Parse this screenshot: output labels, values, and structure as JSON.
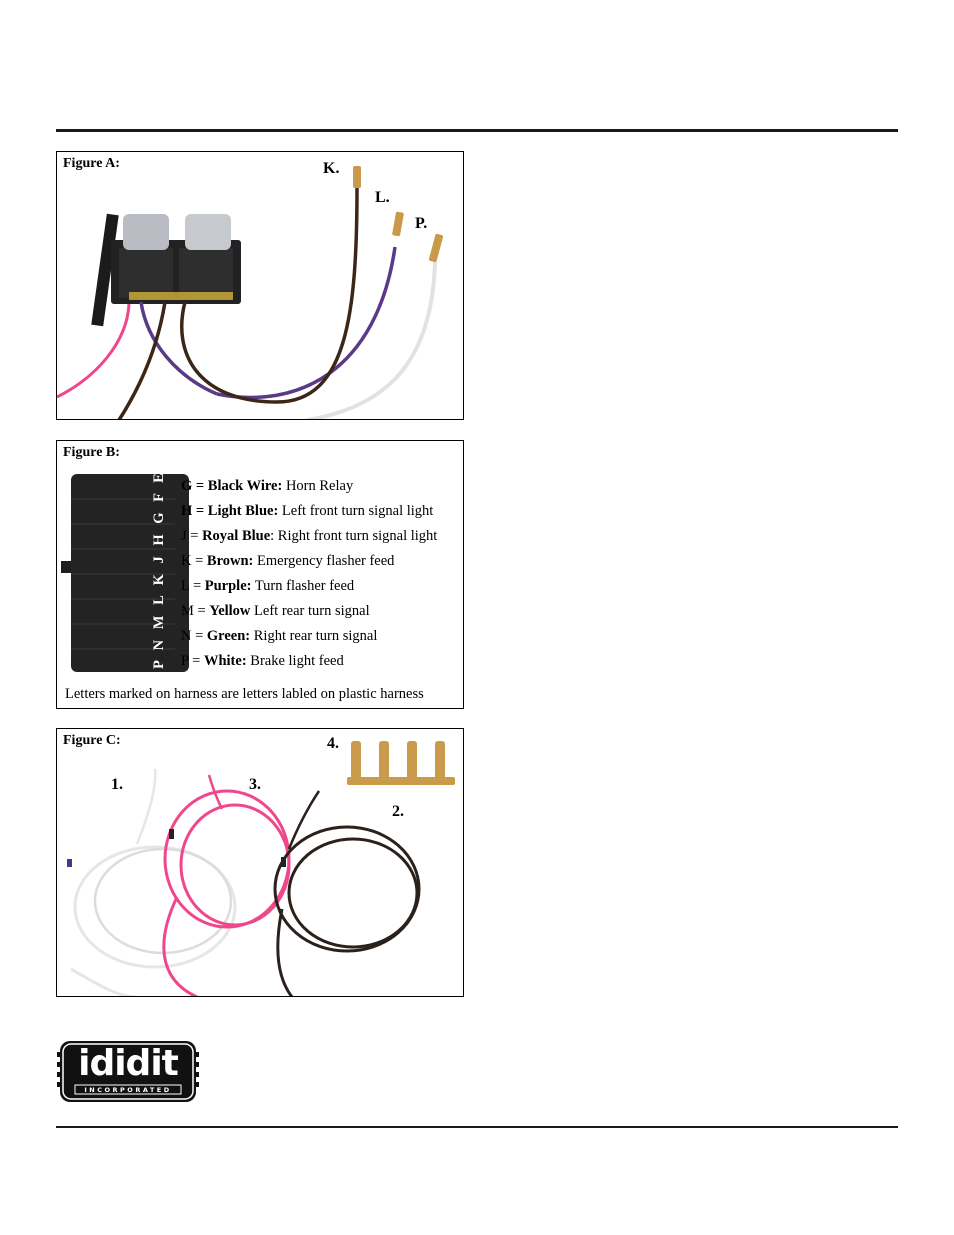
{
  "figure_a": {
    "title": "Figure A:",
    "callouts": [
      "K.",
      "L.",
      "P."
    ]
  },
  "figure_b": {
    "title": "Figure B:",
    "connector_letters": "P N M L K J   H G F E D",
    "legend": [
      {
        "prefix": "G = ",
        "color": "Black Wire:",
        "desc": " Horn Relay",
        "prefix_bold": true
      },
      {
        "prefix": "H = ",
        "color": "Light Blue:",
        "desc": " Left front turn signal light",
        "prefix_bold": true
      },
      {
        "prefix": "J = ",
        "color": "Royal Blue",
        "desc": ": Right front turn signal light",
        "prefix_bold": false
      },
      {
        "prefix": "K = ",
        "color": "Brown:",
        "desc": " Emergency flasher feed",
        "prefix_bold": false
      },
      {
        "prefix": "L = ",
        "color": "Purple:",
        "desc": " Turn flasher feed",
        "prefix_bold": false
      },
      {
        "prefix": "M = ",
        "color": "Yellow",
        "desc": " Left rear turn signal",
        "prefix_bold": false
      },
      {
        "prefix": "N = ",
        "color": "Green:",
        "desc": " Right rear turn signal",
        "prefix_bold": false
      },
      {
        "prefix": "P = ",
        "color": "White:",
        "desc": " Brake light feed",
        "prefix_bold": false
      }
    ],
    "footnote": "Letters marked on harness are letters labled on plastic harness"
  },
  "figure_c": {
    "title": "Figure C:",
    "callouts": [
      "1.",
      "2.",
      "3.",
      "4."
    ]
  },
  "logo": {
    "text": "ididit",
    "subtext": "INCORPORATED"
  },
  "colors": {
    "pink_wire": "#f0468c",
    "purple_wire": "#5a3a86",
    "brown_wire": "#3b2618",
    "white_wire": "#e6e6e6",
    "black_wire": "#2a211c",
    "terminal_brass": "#c99a4a"
  }
}
